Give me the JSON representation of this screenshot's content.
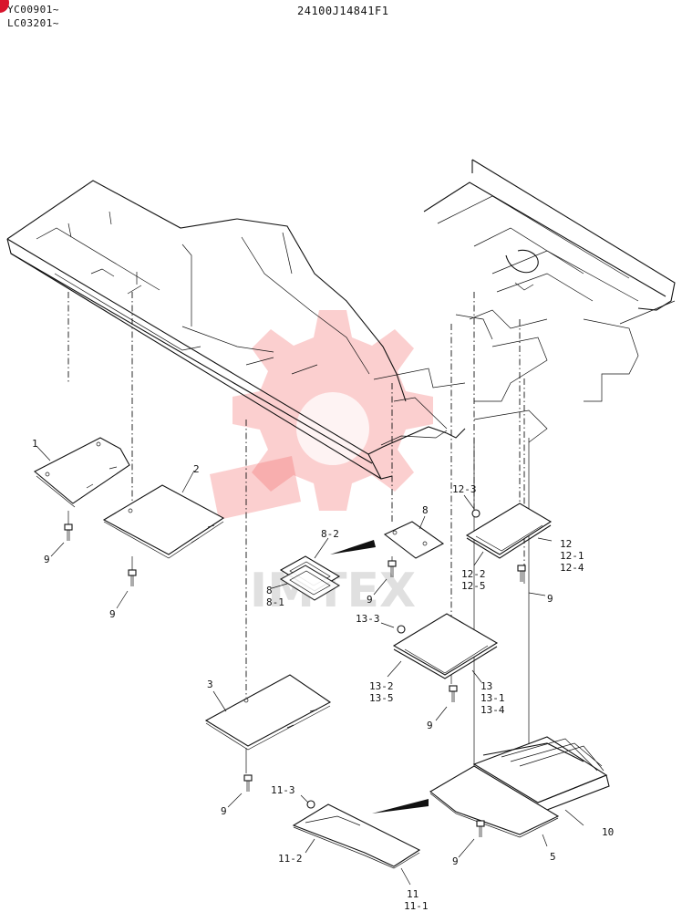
{
  "header": {
    "serial_top": "YC00901~",
    "serial_bottom": "LC03201~",
    "drawing_number": "24100J14841F1"
  },
  "watermark": {
    "text": "IMTEX",
    "color": "#f26a6a"
  },
  "parts": {
    "p1": "1",
    "p2": "2",
    "p3": "3",
    "p5": "5",
    "p8a": "8",
    "p8b": "8",
    "p8_1": "8-1",
    "p8_2": "8-2",
    "p9a": "9",
    "p9b": "9",
    "p9c": "9",
    "p9d": "9",
    "p9e": "9",
    "p9f": "9",
    "p9g": "9",
    "p10": "10",
    "p11": "11",
    "p11_1": "11-1",
    "p11_2": "11-2",
    "p11_3": "11-3",
    "p12": "12",
    "p12_1": "12-1",
    "p12_2": "12-2",
    "p12_3": "12-3",
    "p12_4": "12-4",
    "p12_5": "12-5",
    "p13": "13",
    "p13_1": "13-1",
    "p13_2": "13-2",
    "p13_3": "13-3",
    "p13_4": "13-4",
    "p13_5": "13-5"
  }
}
